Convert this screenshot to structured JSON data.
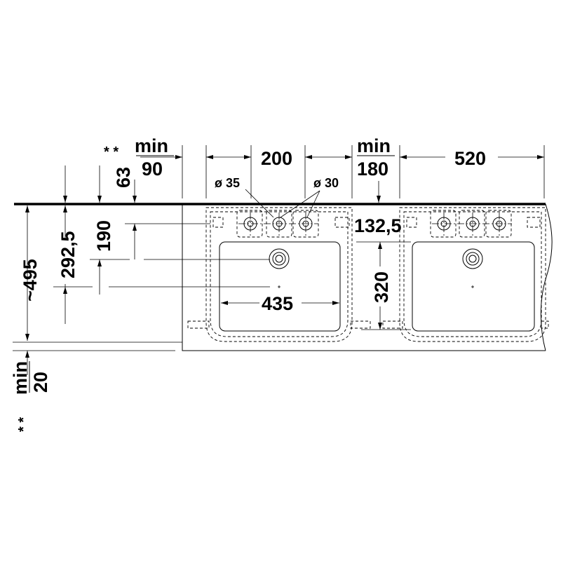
{
  "dimensions": {
    "stars_top": "* *",
    "min_top_label": "min",
    "min_top_value": "90",
    "v63": "63",
    "d200": "200",
    "min_right_label": "min",
    "min_right_value": "180",
    "d520": "520",
    "dia35": "ø 35",
    "dia30": "ø 30",
    "d190": "190",
    "d292": "292,5",
    "d495": "~495",
    "d132": "132,5",
    "d320": "320",
    "d435": "435",
    "min_bottom_label": "min",
    "min_bottom_value": "20",
    "stars_bottom": "* *"
  }
}
